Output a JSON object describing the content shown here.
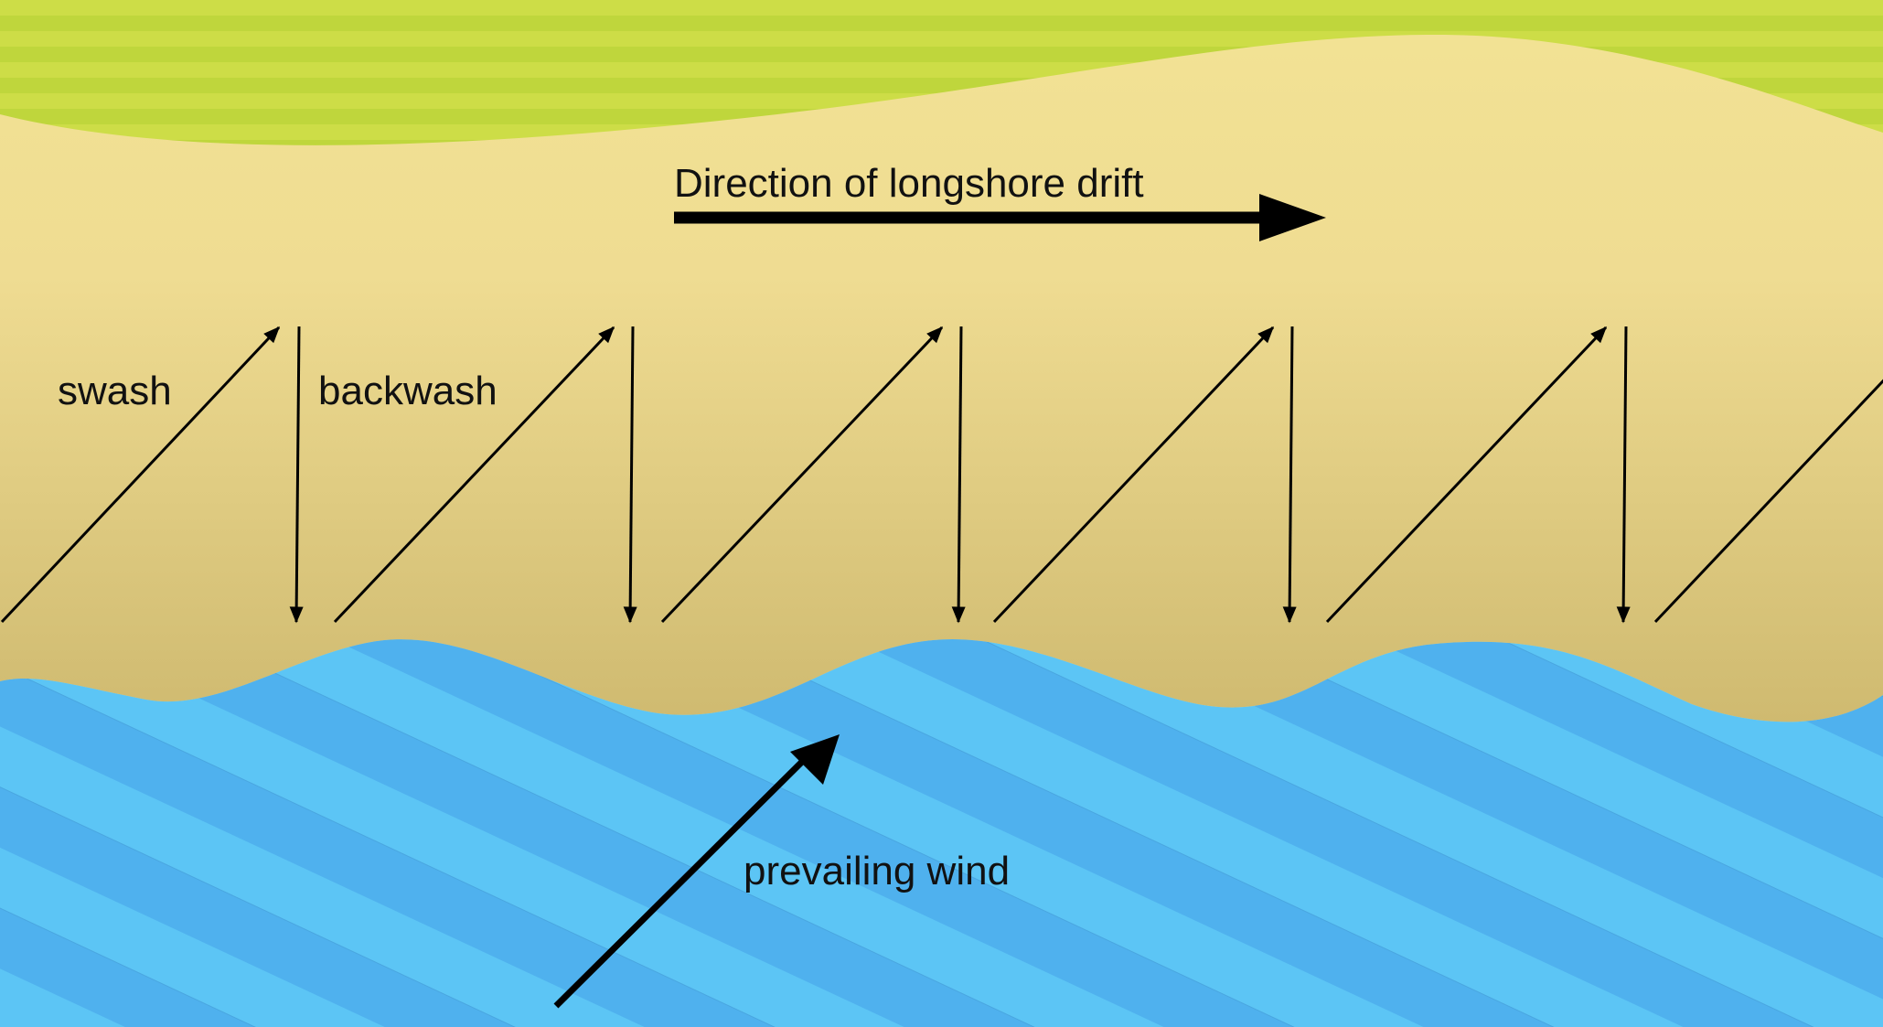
{
  "labels": {
    "drift": "Direction of longshore drift",
    "swash": "swash",
    "backwash": "backwash",
    "wind": "prevailing wind"
  },
  "colors": {
    "grass_light": "#cddd47",
    "grass_dark": "#bcd53a",
    "sand_top": "#f2e294",
    "sand_bottom": "#d2bd72",
    "sea_light": "#5cc4f4",
    "sea_dark": "#4eb0ee",
    "ink": "#000000"
  },
  "icons": {
    "drift_arrow": "arrow-right-icon",
    "swash_arrows": "arrow-diagonal-up-right-icon",
    "backwash_arrows": "arrow-down-icon",
    "wind_arrow": "arrow-diagonal-up-right-icon"
  }
}
